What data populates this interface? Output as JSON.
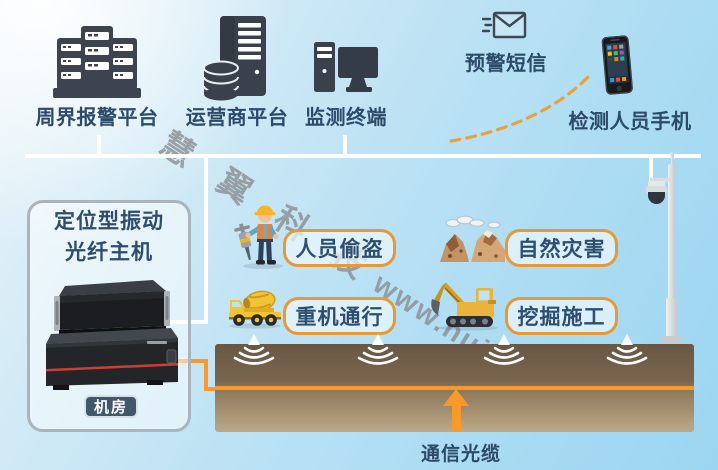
{
  "watermark": {
    "cn": "慧 翼 科 技",
    "url": "www.huiyikj.com"
  },
  "platforms": [
    {
      "id": "perimeter-alarm",
      "label": "周界报警平台",
      "icon": "server-rack-icon"
    },
    {
      "id": "operator",
      "label": "运营商平台",
      "icon": "server-database-icon"
    },
    {
      "id": "monitor-terminal",
      "label": "监测终端",
      "icon": "desktop-computer-icon"
    }
  ],
  "alert": {
    "sms_label": "预警短信",
    "phone_label": "检测人员手机",
    "sms_icon": "flying-envelope-icon",
    "phone_icon": "smartphone-icon"
  },
  "host_box": {
    "title_line1": "定位型振动",
    "title_line2": "光纤主机",
    "room_badge": "机房",
    "device_icon": "fiber-host-device"
  },
  "events": [
    {
      "id": "theft",
      "label": "人员偷盗",
      "icon": "worker-jackhammer-icon"
    },
    {
      "id": "disaster",
      "label": "自然灾害",
      "icon": "landslide-rocks-icon"
    },
    {
      "id": "heavy-vehicle",
      "label": "重机通行",
      "icon": "mixer-truck-icon"
    },
    {
      "id": "excavation",
      "label": "挖掘施工",
      "icon": "excavator-icon"
    }
  ],
  "cable": {
    "label": "通信光缆"
  },
  "scene": {
    "camera_icon": "ptz-camera-pole",
    "sensor_icon": "ground-vibration-waves",
    "sensor_count": 4
  },
  "colors": {
    "accent_orange": "#e49a38",
    "cable_orange": "#f8992b",
    "navy_text": "#2e4e70",
    "watermark_gray": "#8b9094",
    "ground_dark": "#685743",
    "ground_light": "#bbaa89",
    "bus_line": "#ffffff",
    "badge_bg": "#43576b",
    "sky_top_left": "#eaf4f9",
    "sky_bottom_right": "#9cd5f0"
  }
}
